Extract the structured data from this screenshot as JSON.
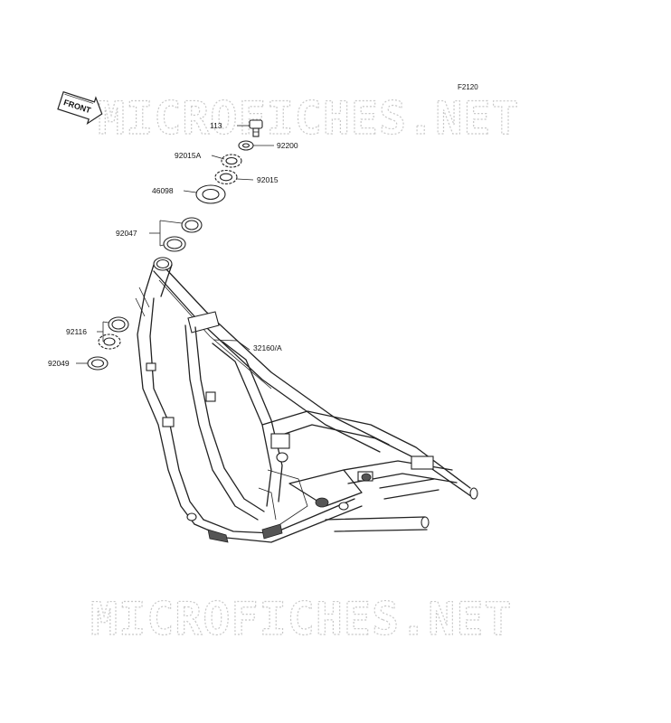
{
  "figure_code": "F2120",
  "watermark": "MICROFICHES.NET",
  "front_badge": "FRONT",
  "parts": [
    {
      "id": "p113",
      "number": "113"
    },
    {
      "id": "p92200",
      "number": "92200"
    },
    {
      "id": "p92015A",
      "number": "92015A"
    },
    {
      "id": "p92015",
      "number": "92015"
    },
    {
      "id": "p46098",
      "number": "46098"
    },
    {
      "id": "p92047",
      "number": "92047"
    },
    {
      "id": "p92116",
      "number": "92116"
    },
    {
      "id": "p92049",
      "number": "92049"
    },
    {
      "id": "p32160A",
      "number": "32160/A"
    }
  ]
}
